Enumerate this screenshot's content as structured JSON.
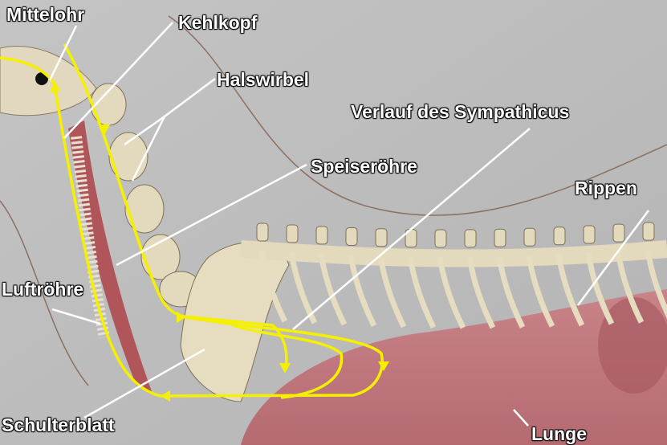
{
  "labels": {
    "mittelohr": "Mittelohr",
    "kehlkopf": "Kehlkopf",
    "halswirbel": "Halswirbel",
    "sympathicus": "Verlauf des Sympathicus",
    "speiseroehre": "Speiseröhre",
    "rippen": "Rippen",
    "luftroehre": "Luftröhre",
    "schulterblatt": "Schulterblatt",
    "lunge": "Lunge"
  },
  "colors": {
    "nerve_path": "#f5f000",
    "leader_line": "#ffffff",
    "muscle": "#c0747a",
    "bone": "#e6dcc0",
    "background": "#bdbdbd"
  }
}
